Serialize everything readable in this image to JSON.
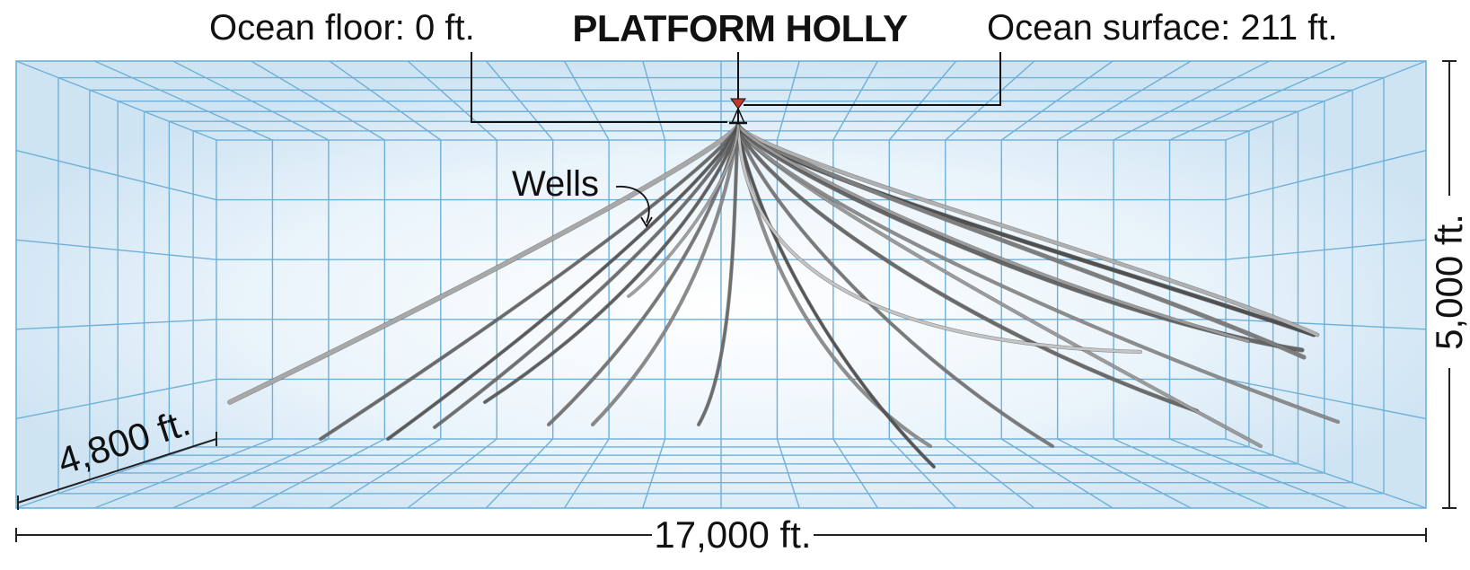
{
  "title": "PLATFORM HOLLY",
  "labels": {
    "ocean_floor": "Ocean floor: 0 ft.",
    "ocean_surface": "Ocean surface: 211 ft.",
    "wells": "Wells"
  },
  "dimensions": {
    "width": "17,000 ft.",
    "depth": "5,000 ft.",
    "thickness": "4,800 ft."
  },
  "colors": {
    "box_fill": "#d7e9f6",
    "grid_line": "#6fb0d8",
    "well_dark": "#555555",
    "well_light": "#b8b8b8",
    "platform_marker": "#c0392b",
    "dimension_line": "#222222"
  },
  "icons": [
    "platform-marker-icon",
    "curved-arrow-icon"
  ]
}
